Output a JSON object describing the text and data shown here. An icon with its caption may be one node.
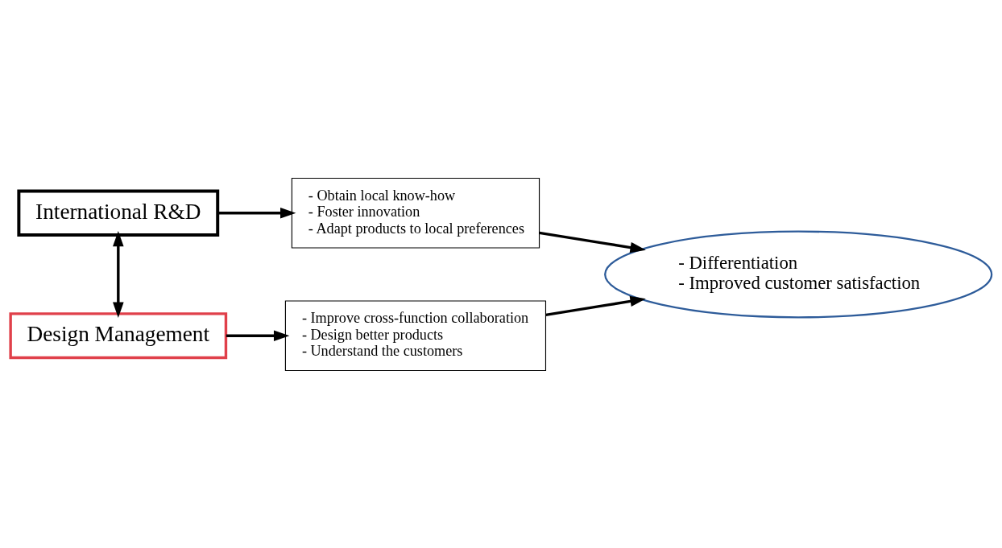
{
  "diagram": {
    "nodes": [
      {
        "text": [
          "International R&D"
        ]
      },
      {
        "text": [
          "- Obtain local know-how",
          "- Foster innovation",
          "- Adapt products to local preferences"
        ]
      },
      {
        "text": [
          "Design Management"
        ]
      },
      {
        "text": [
          "- Improve cross-function collaboration",
          "- Design better products",
          "- Understand the customers"
        ]
      },
      {
        "text": [
          "- Differentiation",
          "- Improved customer satisfaction"
        ]
      }
    ],
    "edges": [
      {
        "from": 0,
        "to": 1,
        "arrow": "to"
      },
      {
        "from": 0,
        "to": 2,
        "arrow": "both"
      },
      {
        "from": 2,
        "to": 3,
        "arrow": "to"
      },
      {
        "from": 1,
        "to": 4,
        "arrow": "to"
      },
      {
        "from": 3,
        "to": 4,
        "arrow": "to"
      }
    ]
  }
}
